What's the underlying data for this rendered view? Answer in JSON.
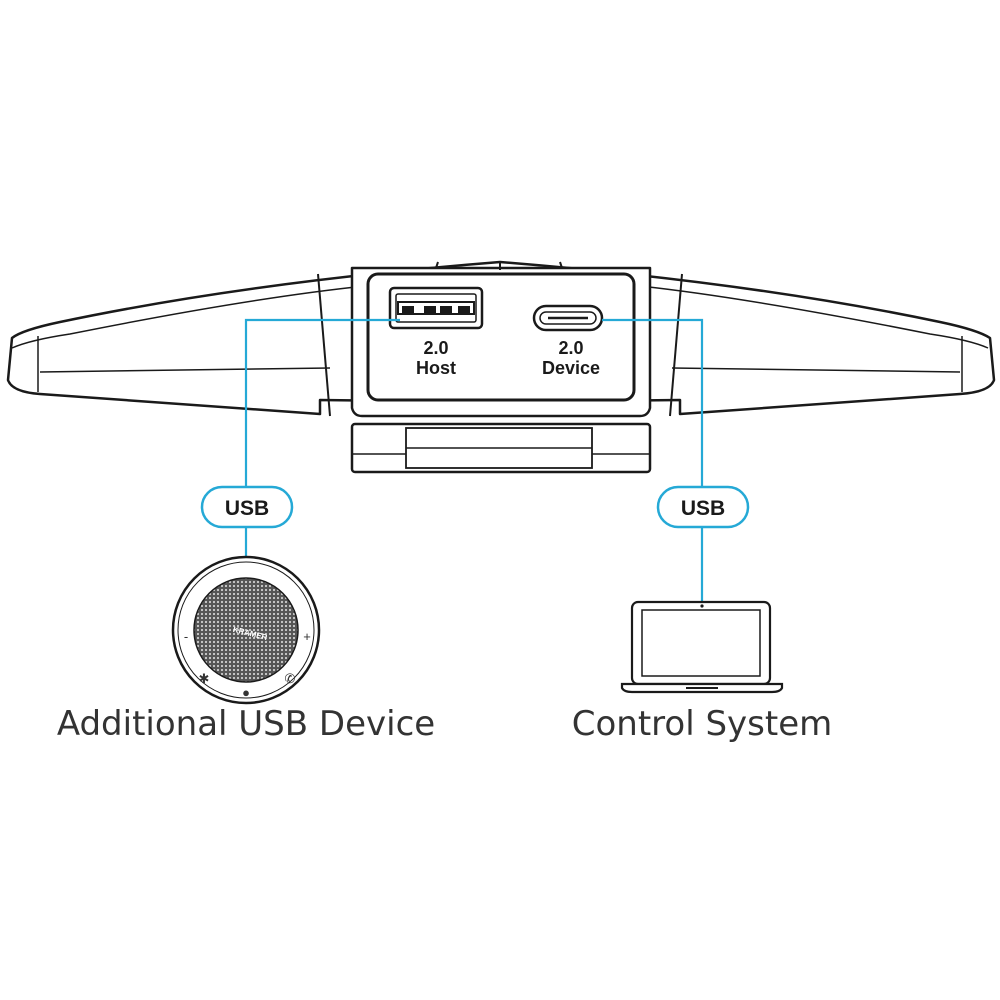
{
  "ports": {
    "host": {
      "line1": "2.0",
      "line2": "Host"
    },
    "device": {
      "line1": "2.0",
      "line2": "Device"
    }
  },
  "connections": {
    "left_tag": "USB",
    "right_tag": "USB"
  },
  "devices": {
    "speaker_caption": "Additional USB Device",
    "speaker_brand": "KRAMER",
    "laptop_caption": "Control System"
  },
  "colors": {
    "cable": "#25a9d6",
    "outline": "#1a1a1a",
    "body_fill": "#ffffff"
  }
}
